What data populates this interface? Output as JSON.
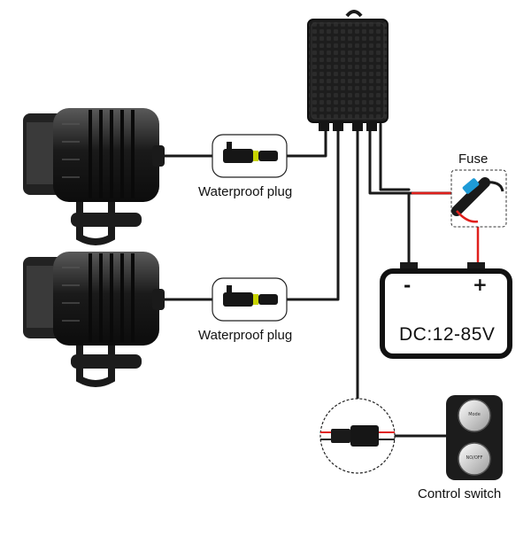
{
  "labels": {
    "plug_top": "Waterproof plug",
    "plug_bottom": "Waterproof plug",
    "fuse": "Fuse",
    "control_switch": "Control switch"
  },
  "battery": {
    "minus": "-",
    "plus": "+",
    "voltage": "DC:12-85V"
  },
  "switch_buttons": {
    "mode": "Mode",
    "on_off": "NO/OFF"
  },
  "colors": {
    "wire_black": "#1a1a1a",
    "wire_red": "#e0201c",
    "device_body": "#1c1c1c",
    "fuse_blue": "#1e9bd7"
  },
  "icons": [
    "spotlight-icon",
    "controller-box-icon",
    "waterproof-plug-icon",
    "fuse-holder-icon",
    "battery-icon",
    "control-switch-icon",
    "connector-icon"
  ]
}
